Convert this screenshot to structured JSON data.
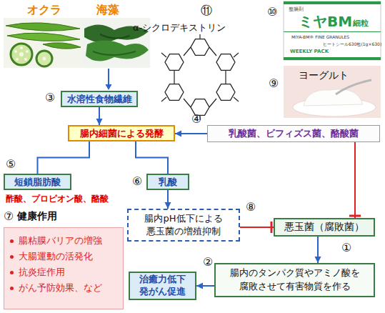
{
  "diagram": {
    "nodes": [
      {
        "text": [
          "水溶性食物繊維"
        ]
      },
      {
        "text": [
          "腸内細菌による発酵"
        ]
      },
      {
        "text": [
          "乳酸菌、ビフィズス菌、酪酸菌"
        ]
      },
      {
        "text": [
          "短鎖脂肪酸"
        ]
      },
      {
        "text": [
          "乳酸"
        ]
      },
      {
        "text": [
          "健康作用",
          "腸粘膜バリアの増強",
          "大腸運動の活発化",
          "抗炎症作用",
          "がん予防効果、など"
        ]
      },
      {
        "text": [
          "腸内pH低下による 悪玉菌の増殖抑制"
        ]
      },
      {
        "text": [
          "悪玉菌（腐敗菌）"
        ]
      },
      {
        "text": [
          "腸内のタンパク質やアミノ酸を 腐敗させて有害物質を作る"
        ]
      },
      {
        "text": [
          "治癒力低下 発がん促進"
        ]
      }
    ],
    "edges": [
      {
        "from": 0,
        "to": 1,
        "arrow": "to"
      },
      {
        "from": 2,
        "to": 1,
        "arrow": "to"
      },
      {
        "from": 2,
        "to": 7,
        "arrow": "to"
      },
      {
        "from": 1,
        "to": 3,
        "arrow": "none"
      },
      {
        "from": 1,
        "to": 4,
        "arrow": "none"
      },
      {
        "from": 4,
        "to": 6,
        "arrow": "to"
      },
      {
        "from": 6,
        "to": 7,
        "arrow": "to"
      },
      {
        "from": 7,
        "to": 8,
        "arrow": "to"
      },
      {
        "from": 8,
        "to": 9,
        "arrow": "to"
      }
    ],
    "labels": [
      "オクラ",
      "海藻",
      "⑪",
      "α-シクロデキストリン",
      "⑩",
      "整腸剤",
      "ミヤBM",
      "細粒",
      "MIYA-BM® FINE GRANULES",
      "ヒートシール630包(1g×630)",
      "WEEKLY PACK",
      "⑨",
      "ヨーグルト",
      "③",
      "④",
      "⑤",
      "⑥",
      "酢酸、プロピオン酸、酪酸",
      "⑦",
      "⑧",
      "①",
      "②"
    ]
  }
}
